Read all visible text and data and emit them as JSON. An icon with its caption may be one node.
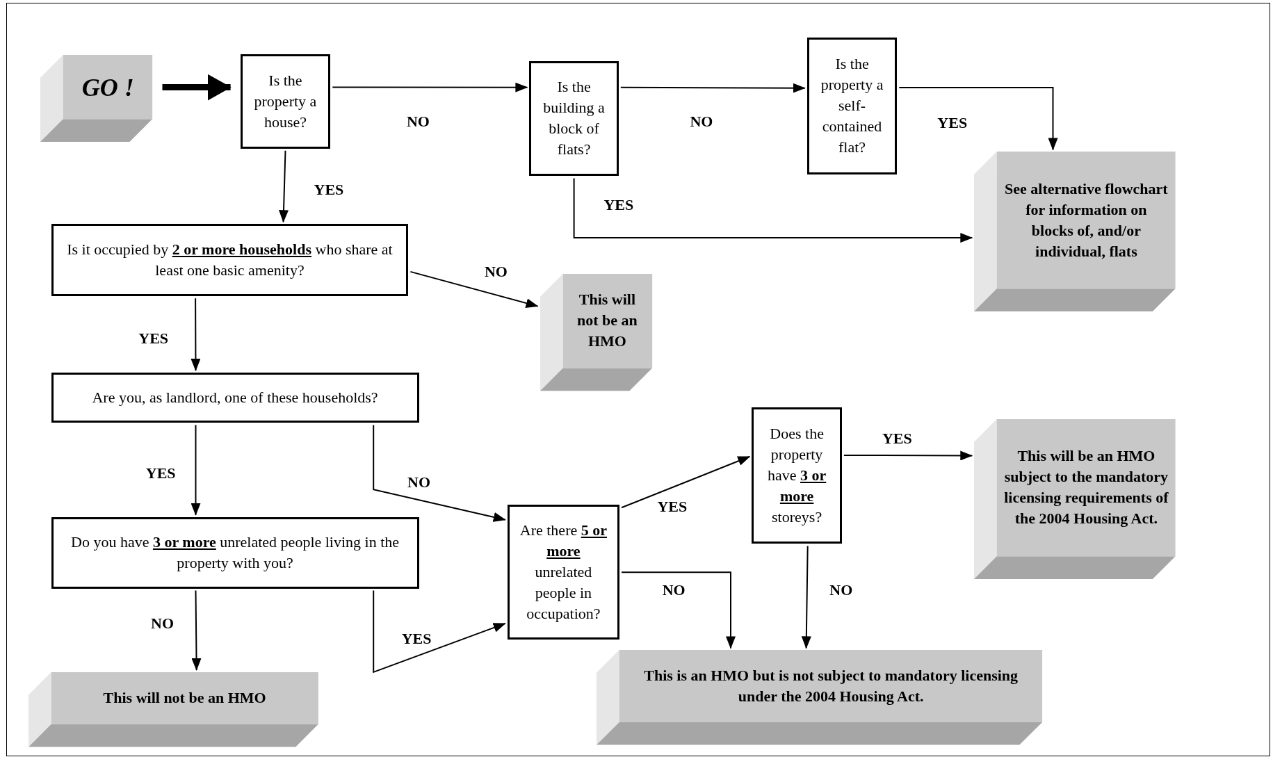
{
  "diagram": {
    "nodes": [
      {
        "text": [
          "GO !"
        ]
      },
      {
        "text": [
          "Is the property a house?"
        ]
      },
      {
        "text": [
          "Is the building a block of flats?"
        ]
      },
      {
        "text": [
          "Is the property a self-contained flat?"
        ]
      },
      {
        "text": [
          "See alternative flowchart for information on blocks of, and/or individual, flats"
        ]
      },
      {
        "text": [
          "Is it occupied by **2 or more households** who share at least one basic amenity?"
        ]
      },
      {
        "text": [
          "This will not be an HMO"
        ]
      },
      {
        "text": [
          "Are you, as landlord, one of these households?"
        ]
      },
      {
        "text": [
          "Do you have **3 or more** unrelated people living in the property with you?"
        ]
      },
      {
        "text": [
          "This will not be an HMO"
        ]
      },
      {
        "text": [
          "Are there **5 or more** unrelated people in occupation?"
        ]
      },
      {
        "text": [
          "Does the property have **3 or more** storeys?"
        ]
      },
      {
        "text": [
          "This will be an HMO subject to the mandatory licensing requirements of the 2004 Housing Act."
        ]
      },
      {
        "text": [
          "This is an HMO but is not subject to mandatory licensing under the 2004 Housing Act."
        ]
      }
    ],
    "edges": [
      {
        "from": 0,
        "to": 1,
        "arrow": "to",
        "style": "thick"
      },
      {
        "from": 1,
        "to": 2,
        "arrow": "to",
        "label": "NO"
      },
      {
        "from": 2,
        "to": 3,
        "arrow": "to",
        "label": "NO"
      },
      {
        "from": 3,
        "to": 4,
        "arrow": "to",
        "label": "YES"
      },
      {
        "from": 1,
        "to": 5,
        "arrow": "to",
        "label": "YES"
      },
      {
        "from": 2,
        "to": 4,
        "arrow": "to",
        "label": "YES"
      },
      {
        "from": 5,
        "to": 6,
        "arrow": "to",
        "label": "NO"
      },
      {
        "from": 5,
        "to": 7,
        "arrow": "to",
        "label": "YES"
      },
      {
        "from": 7,
        "to": 8,
        "arrow": "to",
        "label": "YES"
      },
      {
        "from": 7,
        "to": 10,
        "arrow": "to",
        "label": "NO"
      },
      {
        "from": 8,
        "to": 9,
        "arrow": "to",
        "label": "NO"
      },
      {
        "from": 8,
        "to": 10,
        "arrow": "to",
        "label": "YES"
      },
      {
        "from": 10,
        "to": 11,
        "arrow": "to",
        "label": "YES"
      },
      {
        "from": 11,
        "to": 12,
        "arrow": "to",
        "label": "YES"
      },
      {
        "from": 10,
        "to": 13,
        "arrow": "to",
        "label": "NO"
      },
      {
        "from": 11,
        "to": 13,
        "arrow": "to",
        "label": "NO"
      }
    ]
  }
}
